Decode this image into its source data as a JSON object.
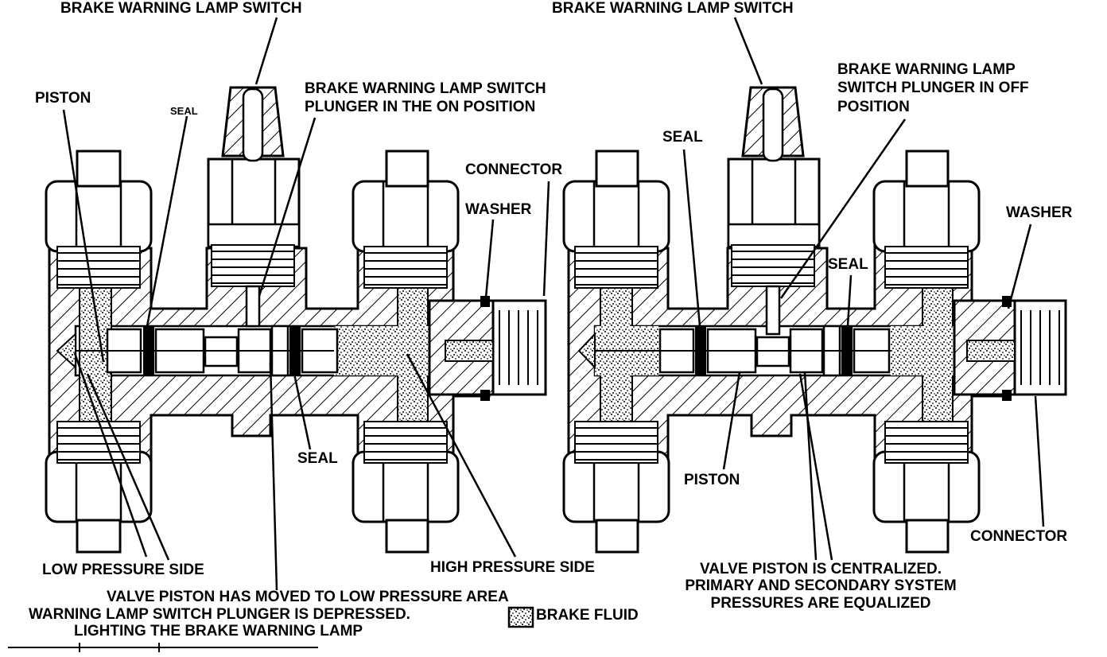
{
  "left": {
    "brake_switch": "BRAKE WARNING LAMP SWITCH",
    "piston": "PISTON",
    "seal_top": "SEAL",
    "plunger_line1": "BRAKE WARNING LAMP SWITCH",
    "plunger_line2": "PLUNGER IN THE ON POSITION",
    "connector": "CONNECTOR",
    "washer": "WASHER",
    "seal_bottom": "SEAL",
    "low_side": "LOW PRESSURE SIDE",
    "high_side": "HIGH PRESSURE SIDE",
    "caption_line1": "VALVE PISTON HAS MOVED TO LOW PRESSURE AREA",
    "caption_line2": "WARNING LAMP SWITCH PLUNGER IS DEPRESSED.",
    "caption_line3": "LIGHTING THE BRAKE WARNING LAMP"
  },
  "right": {
    "brake_switch": "BRAKE WARNING LAMP SWITCH",
    "plunger_line1": "BRAKE WARNING LAMP",
    "plunger_line2": "SWITCH PLUNGER IN OFF",
    "plunger_line3": "POSITION",
    "seal_left": "SEAL",
    "seal_right": "SEAL",
    "washer": "WASHER",
    "piston": "PISTON",
    "connector": "CONNECTOR",
    "caption_line1": "VALVE PISTON IS CENTRALIZED.",
    "caption_line2": "PRIMARY AND SECONDARY SYSTEM",
    "caption_line3": "PRESSURES ARE EQUALIZED"
  },
  "legend": {
    "brake_fluid": "BRAKE FLUID"
  }
}
